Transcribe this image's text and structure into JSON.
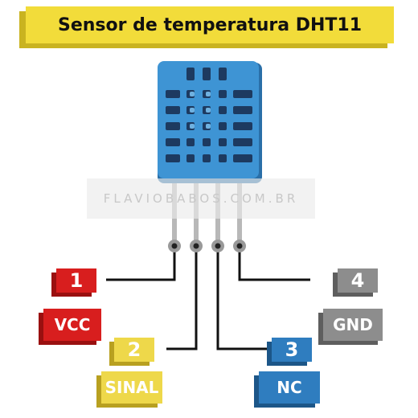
{
  "title": "Sensor de temperatura DHT11",
  "watermark": "FLAVIOBABOS.COM.BR",
  "pins": [
    {
      "number": "1",
      "label": "VCC",
      "color": "#d81e1e",
      "shade": "#9a1010"
    },
    {
      "number": "2",
      "label": "SINAL",
      "color": "#eed84a",
      "shade": "#b8a020"
    },
    {
      "number": "3",
      "label": "NC",
      "color": "#2f7dbf",
      "shade": "#1c5688"
    },
    {
      "number": "4",
      "label": "GND",
      "color": "#8d8d8d",
      "shade": "#5e5e5e"
    }
  ],
  "colors": {
    "sensor_body": "#3e94d4",
    "sensor_shade": "#2a6fa8",
    "vent": "#1d3a60",
    "title_bg": "#f2dc3a"
  }
}
